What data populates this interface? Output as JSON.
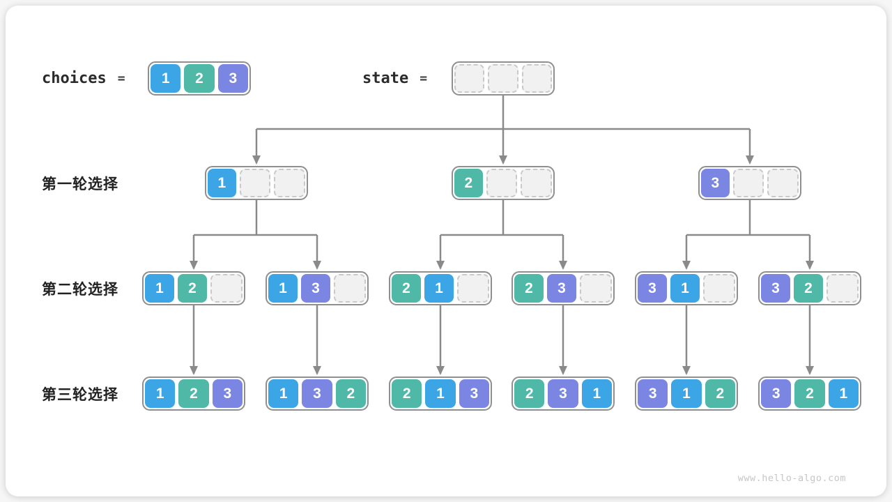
{
  "header": {
    "choices_label": "choices",
    "state_label": "state",
    "equals": "="
  },
  "choices_box": [
    "1",
    "2",
    "3"
  ],
  "state_box": [
    "",
    "",
    ""
  ],
  "rows": [
    {
      "label": "第一轮选择",
      "boxes": [
        [
          "1",
          "",
          ""
        ],
        [
          "2",
          "",
          ""
        ],
        [
          "3",
          "",
          ""
        ]
      ]
    },
    {
      "label": "第二轮选择",
      "boxes": [
        [
          "1",
          "2",
          ""
        ],
        [
          "1",
          "3",
          ""
        ],
        [
          "2",
          "1",
          ""
        ],
        [
          "2",
          "3",
          ""
        ],
        [
          "3",
          "1",
          ""
        ],
        [
          "3",
          "2",
          ""
        ]
      ]
    },
    {
      "label": "第三轮选择",
      "boxes": [
        [
          "1",
          "2",
          "3"
        ],
        [
          "1",
          "3",
          "2"
        ],
        [
          "2",
          "1",
          "3"
        ],
        [
          "2",
          "3",
          "1"
        ],
        [
          "3",
          "1",
          "2"
        ],
        [
          "3",
          "2",
          "1"
        ]
      ]
    }
  ],
  "colors": {
    "1": "#3CA5E6",
    "2": "#4FB8A6",
    "3": "#7A86E1",
    "empty_fill": "#F1F1F1",
    "empty_border": "#C9C9C9",
    "box_border": "#8F8F8F",
    "connector": "#8A8A8A"
  },
  "footer": {
    "watermark": "www.hello-algo.com"
  }
}
